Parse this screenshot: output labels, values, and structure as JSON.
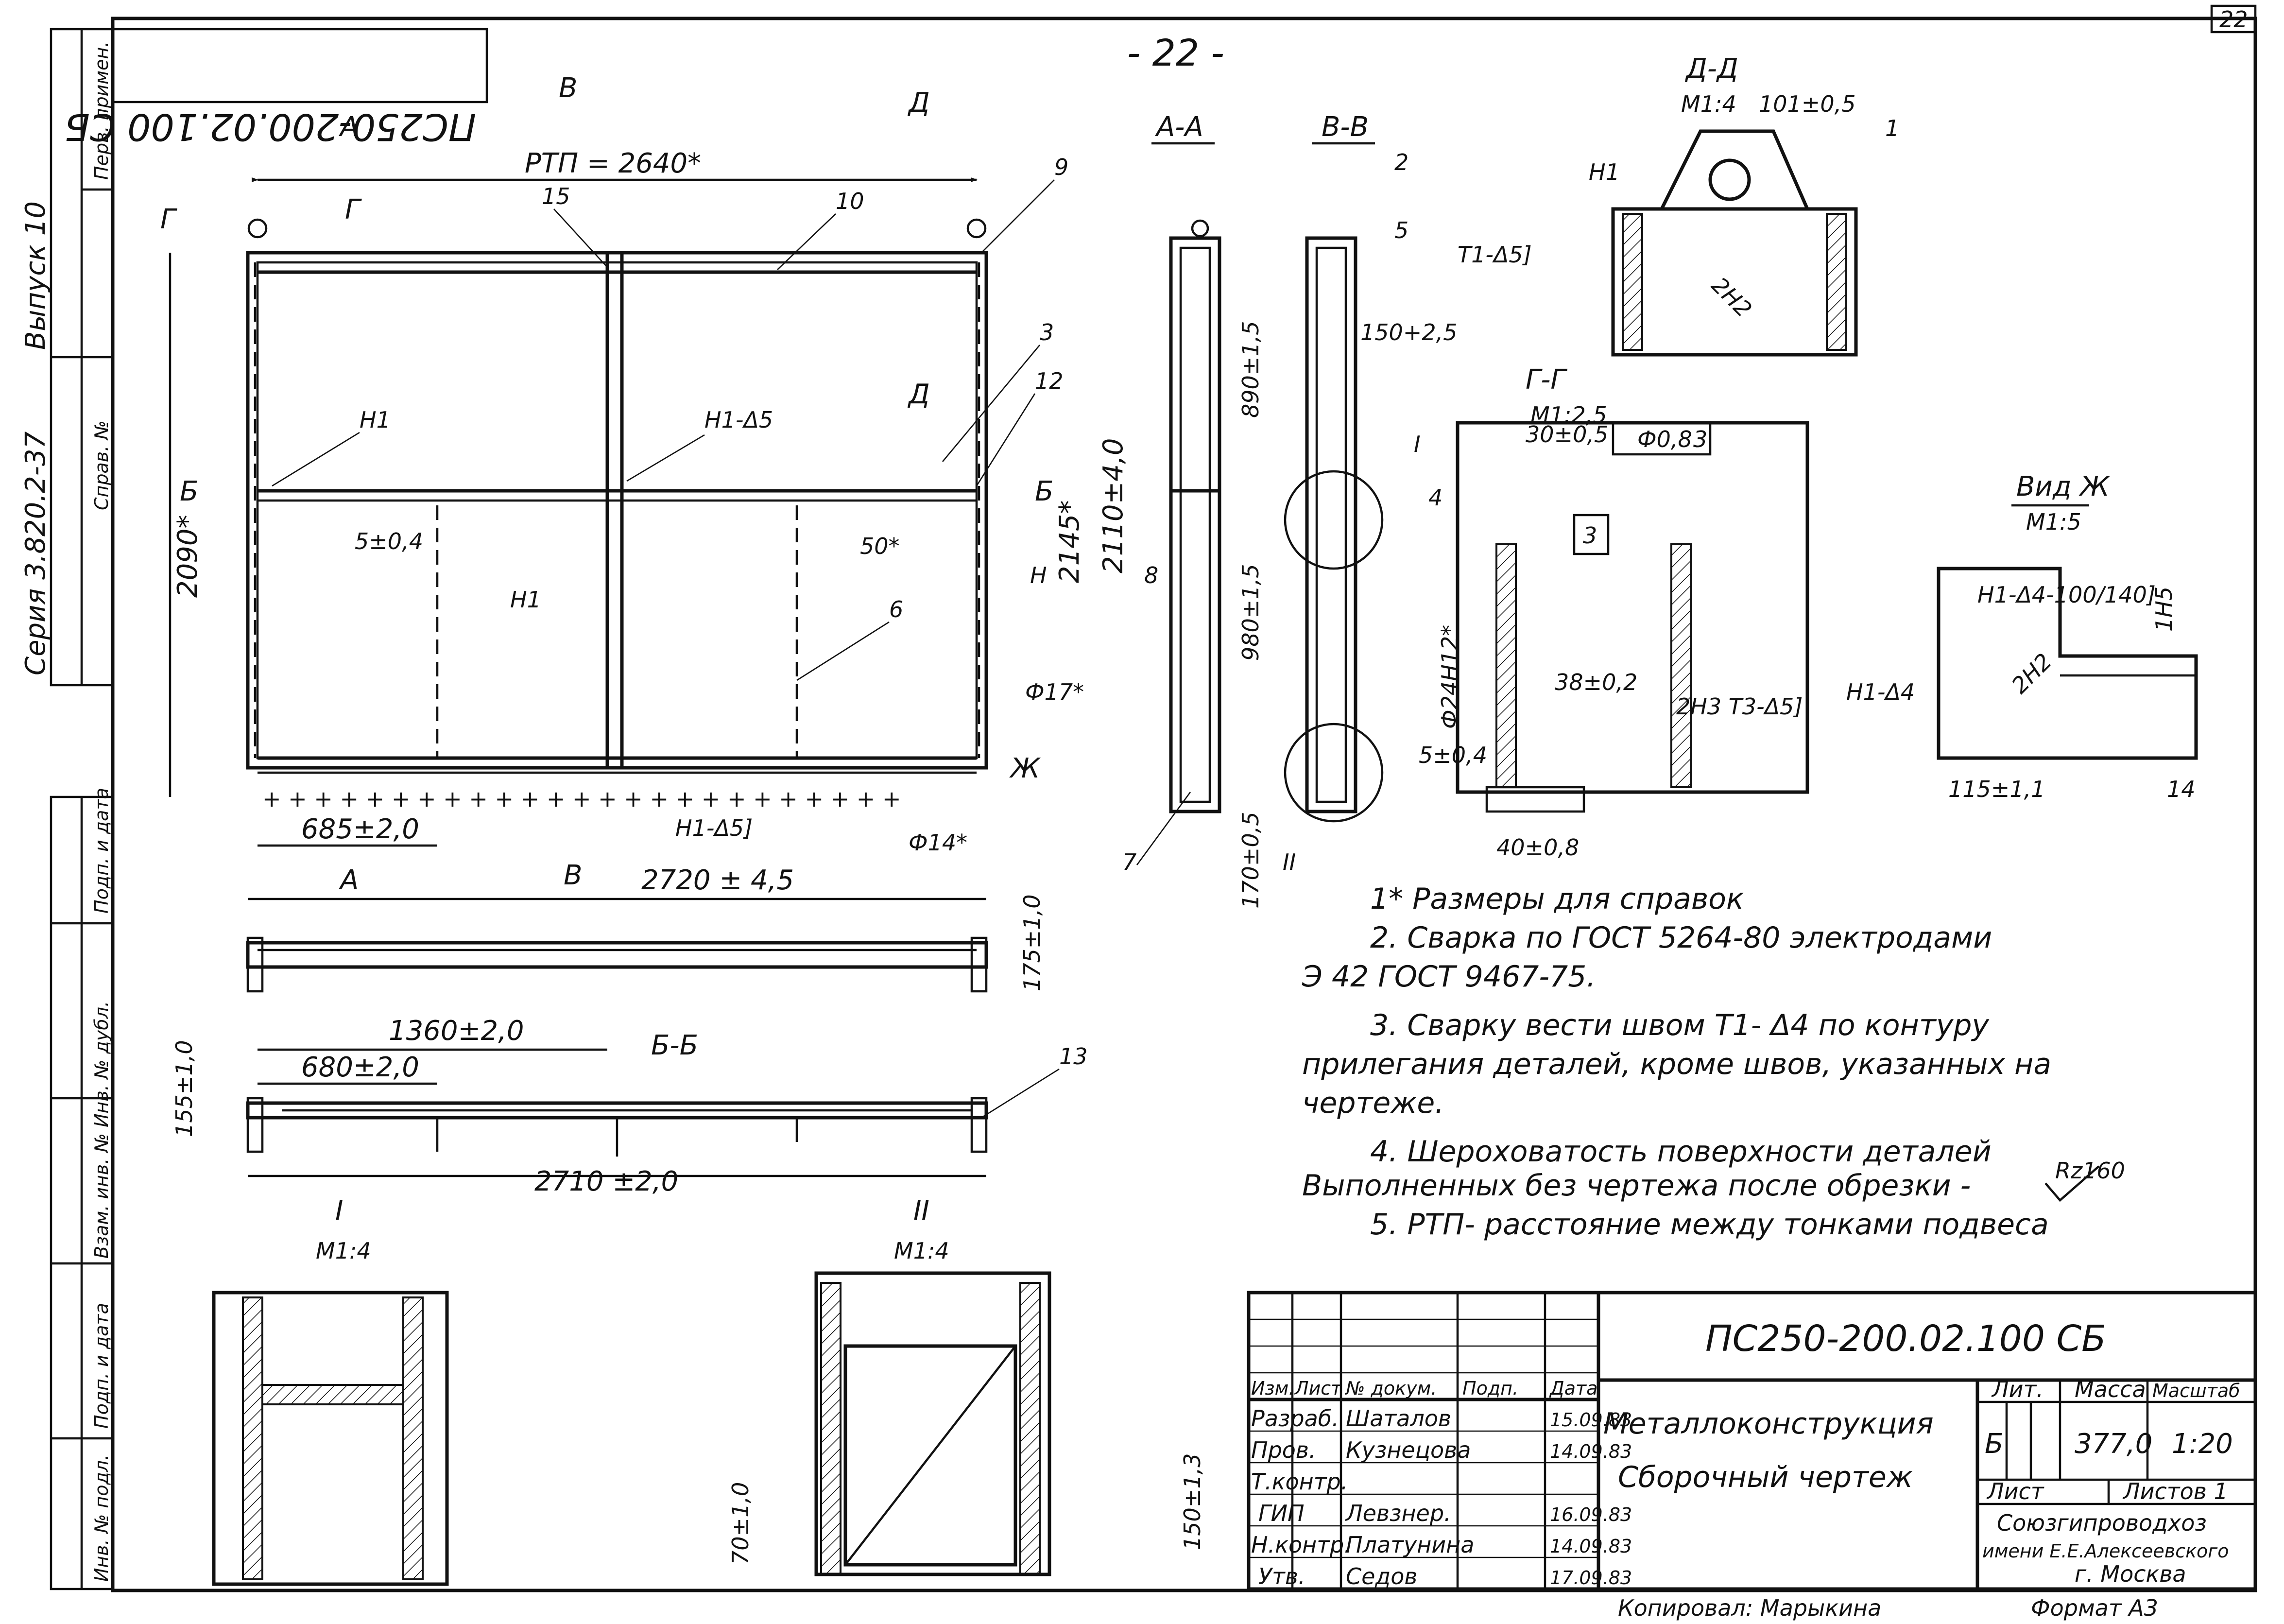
{
  "sheet": {
    "page_number": "- 22 -",
    "corner_sheet_number": "22",
    "mirrored_designation": "ПС250-200.02.100 СБ"
  },
  "side_stamp": {
    "series": "Серия 3.820.2-37",
    "issue": "Выпуск 10",
    "first_use": "Перв. примен.",
    "ref_no": "Справ. №",
    "sign_date_1": "Подп. и дата",
    "inv_replacement": "Взам. инв. №  Инв. № дубл.",
    "sign_date_2": "Подп. и дата",
    "inv_original": "Инв. № подл."
  },
  "main_view": {
    "section_letters": [
      "А",
      "А",
      "В",
      "В",
      "Д",
      "Д",
      "Г",
      "Г",
      "Б",
      "Б",
      "Ж"
    ],
    "rtp_label": "РТП = 2640*",
    "dims": {
      "height_total": "2090*",
      "width_total": "2720 ± 4,5",
      "left_panel": "685±2,0",
      "gap_5": "5±0,4",
      "gap_50": "50*",
      "phi17": "Ф17*",
      "phi14": "Ф14*"
    },
    "weld_labels": [
      "Н1",
      "Н1-Δ5",
      "Н1",
      "Н1-Δ5]",
      "Н"
    ],
    "callouts": [
      "15",
      "10",
      "9",
      "3",
      "12",
      "6",
      "Н1"
    ]
  },
  "bottom_views": {
    "top_strip_dim": "175±1,0",
    "bb_label": "Б-Б",
    "dim_1360": "1360±2,0",
    "dim_680": "680±2,0",
    "dim_2710": "2710 ±2,0",
    "dim_155": "155±1,0",
    "callout_13": "13"
  },
  "section_aa": {
    "title": "А-А",
    "dim_2110": "2110±4,0",
    "dim_2145": "2145*",
    "dim_890": "890±1,5",
    "dim_980": "980±1,5",
    "dim_170": "170±0,5",
    "callout_8": "8",
    "callout_7": "7"
  },
  "section_vv": {
    "title": "В-В",
    "callout_2": "2",
    "callout_5": "5",
    "callout_4": "4",
    "callout_I": "I",
    "callout_II": "II",
    "dim_150": "150+2,5"
  },
  "section_dd": {
    "title": "Д-Д",
    "scale": "М1:4",
    "dim_101": "101±0,5",
    "callout_1": "1",
    "weld_n1": "Н1",
    "weld_t1": "Т1-Δ5]",
    "weld_2n2": "2Н2"
  },
  "section_gg": {
    "title": "Г-Г",
    "scale": "М1:2,5",
    "dim_30": "30±0,5",
    "tolerance": "Ф0,8",
    "tolerance_ref": "3",
    "datum": "3",
    "dim_phi24": "Ф24Н12*",
    "dim_38": "38±0,2",
    "weld_2n3": "2Н3  Т3-Δ5]",
    "dim_5": "5±0,4",
    "dim_40": "40±0,8"
  },
  "view_zh": {
    "title": "Вид Ж",
    "scale": "М1:5",
    "weld_top": "Н1-Δ4-100/140]",
    "weld_1n5": "1Н5",
    "weld_2n2": "2Н2",
    "weld_left": "Н1-Δ4",
    "dim_115": "115±1,1",
    "callout_14": "14"
  },
  "detail_views": {
    "detail_1_title": "I",
    "detail_1_scale": "М1:4",
    "detail_2_title": "II",
    "detail_2_scale": "М1:4",
    "dim_70": "70±1,0",
    "dim_150": "150±1,3"
  },
  "notes": [
    "1* Размеры для справок",
    "2. Сварка по ГОСТ 5264-80  электродами",
    "Э 42   ГОСТ  9467-75.",
    "3. Сварку  вести  швом  Т1- Δ4  по  контуру",
    "прилегания  деталей, кроме  швов,  указанных  на",
    "чертеже.",
    "4. Шероховатость  поверхности  деталей",
    "Выполненных  без  чертежа  после обрезки  -",
    "5.  РТП-  расстояние  между  тонками  подвеса"
  ],
  "roughness_symbol": "Rz160",
  "title_block": {
    "designation": "ПС250-200.02.100 СБ",
    "title_line_1": "Металлоконструкция",
    "title_line_2": "Сборочный чертеж",
    "col_headers": [
      "Изм.",
      "Лист",
      "№ докум.",
      "Подп.",
      "Дата"
    ],
    "rows": [
      {
        "role": "Разраб.",
        "name": "Шаталов",
        "date": "15.09.83"
      },
      {
        "role": "Пров.",
        "name": "Кузнецова",
        "date": "14.09.83"
      },
      {
        "role": "Т.контр.",
        "name": "",
        "date": ""
      },
      {
        "role": "ГИП",
        "name": "Левзнер.",
        "date": "16.09.83"
      },
      {
        "role": "Н.контр.",
        "name": "Платунина",
        "date": "14.09.83"
      },
      {
        "role": "Утв.",
        "name": "Седов",
        "date": "17.09.83"
      }
    ],
    "lit_label": "Лит.",
    "mass_label": "Масса",
    "scale_label": "Масштаб",
    "lit_value": "Б",
    "mass_value": "377,0",
    "scale_value": "1:20",
    "sheet_label": "Лист",
    "sheets_label": "Листов 1",
    "org_line_1": "Союзгипроводхоз",
    "org_line_2": "имени Е.Е.Алексеевского",
    "org_line_3": "г. Москва",
    "copied_by": "Копировал: Марыкина",
    "format": "Формат А3"
  }
}
